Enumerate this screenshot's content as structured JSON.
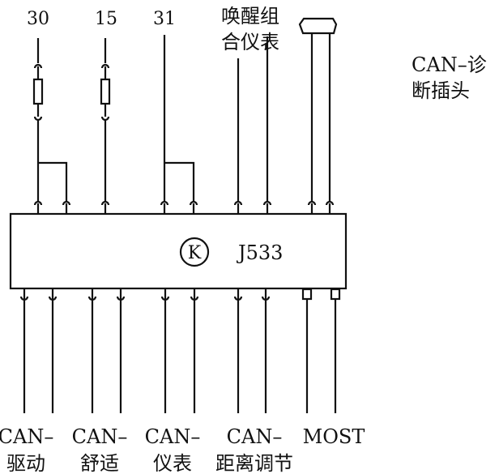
{
  "top_labels": {
    "t30": "30",
    "t15": "15",
    "t31": "31",
    "wake_line1": "唤醒组",
    "wake_line2": "合仪表",
    "diag_line1": "CAN–诊",
    "diag_line2": "断插头"
  },
  "module": {
    "symbol": "K",
    "name": "J533"
  },
  "bottom_labels": [
    {
      "line1": "CAN–",
      "line2": "驱动"
    },
    {
      "line1": "CAN–",
      "line2": "舒适"
    },
    {
      "line1": "CAN–",
      "line2": "仪表"
    },
    {
      "line1": "CAN–",
      "line2": "距离调节"
    },
    {
      "line1": "MOST"
    }
  ]
}
